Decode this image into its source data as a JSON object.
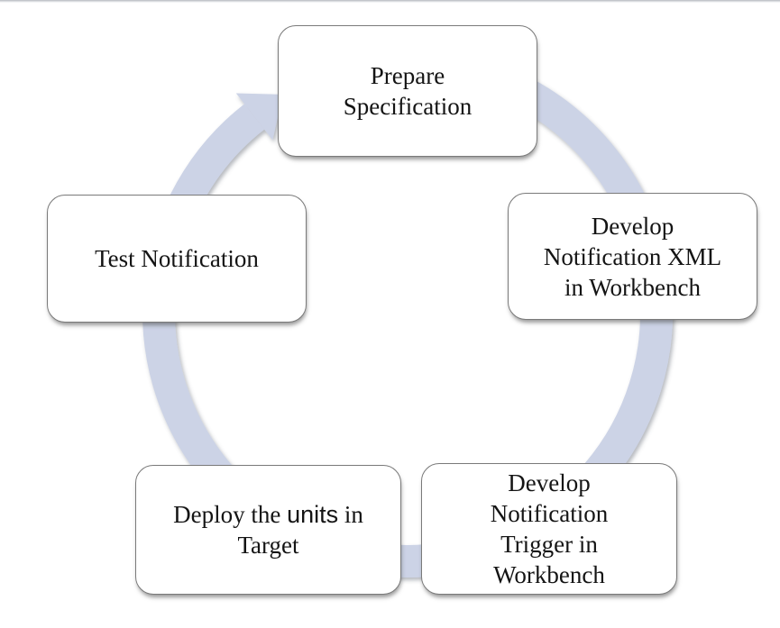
{
  "diagram": {
    "type": "cycle",
    "steps": [
      {
        "id": "prepare-specification",
        "label": "Prepare\nSpecification"
      },
      {
        "id": "develop-notification-xml",
        "label": "Develop\nNotification XML\nin Workbench"
      },
      {
        "id": "develop-notification-trigger",
        "label": "Develop\nNotification\nTrigger in\nWorkbench"
      },
      {
        "id": "deploy-units",
        "label_prefix": "Deploy the ",
        "label_sans": "units",
        "label_suffix": " in\nTarget"
      },
      {
        "id": "test-notification",
        "label": "Test Notification"
      }
    ],
    "colors": {
      "ring": "#ccd3e6",
      "box_fill": "#ffffff",
      "box_border": "#7a7a7a",
      "text": "#141414"
    }
  }
}
